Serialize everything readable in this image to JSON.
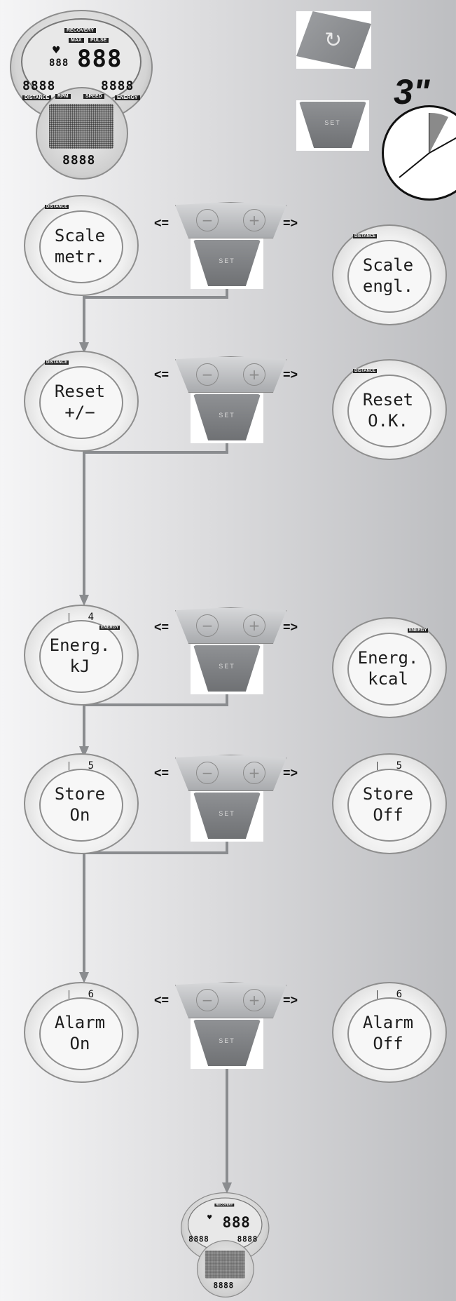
{
  "top_device": {
    "labels": [
      "RECOVERY",
      "MAX",
      "PULSE",
      "DISTANCE",
      "ENERGY",
      "RPM",
      "SPEED"
    ],
    "digits_main": "888",
    "digits_left": "888",
    "digits_row_left": "8888",
    "digits_row_right": "8888",
    "digits_bottom": "8888"
  },
  "buttons": {
    "rotate_icon": "rotate-icon",
    "set_label": "SET",
    "hold_duration": "3\"",
    "minus_symbol": "−",
    "plus_symbol": "+"
  },
  "nav": {
    "left_arrow": "<=",
    "right_arrow": "=>"
  },
  "steps": [
    {
      "left": {
        "line1": "Scale",
        "line2": "metr.",
        "tag": "DISTANCE"
      },
      "right": {
        "line1": "Scale",
        "line2": "engl.",
        "tag": "DISTANCE"
      }
    },
    {
      "left": {
        "line1": "Reset",
        "line2": "+/−",
        "tag": "DISTANCE"
      },
      "right": {
        "line1": "Reset",
        "line2": "O.K.",
        "tag": "DISTANCE"
      }
    },
    {
      "left": {
        "line1": "Energ.",
        "line2": "kJ",
        "num": "4",
        "tag": "ENERGY"
      },
      "right": {
        "line1": "Energ.",
        "line2": "kcal",
        "num": "",
        "tag": "ENERGY"
      }
    },
    {
      "left": {
        "line1": "Store",
        "line2": "On",
        "num": "5"
      },
      "right": {
        "line1": "Store",
        "line2": "Off",
        "num": "5"
      }
    },
    {
      "left": {
        "line1": "Alarm",
        "line2": "On",
        "num": "6"
      },
      "right": {
        "line1": "Alarm",
        "line2": "Off",
        "num": "6"
      }
    }
  ],
  "colors": {
    "flow_line": "#8a8c8f",
    "button_dark": "#6f7174",
    "button_light": "#d6d7d9"
  }
}
